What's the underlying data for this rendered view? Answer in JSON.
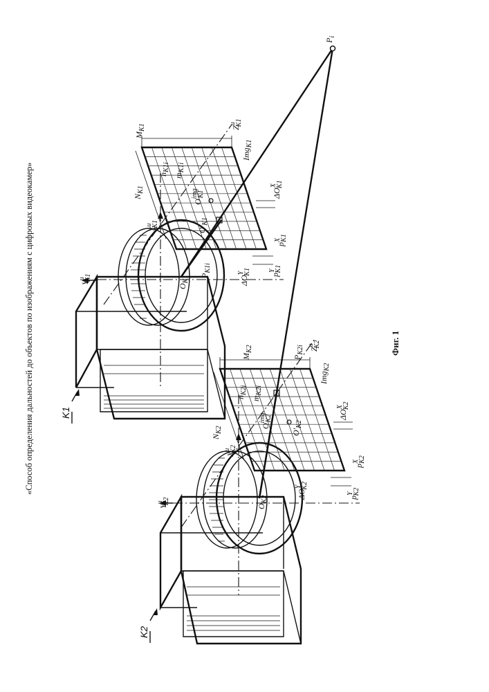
{
  "caption": "«Способ определения дальностей до объектов по изображениям с цифровых видеокамер»",
  "figure_label": "Фиг. 1",
  "cameras": {
    "k1": {
      "name": "K1",
      "labels": {
        "image_plane": "Img",
        "image_plane_sub": "K1",
        "width": "M",
        "width_sub": "K1",
        "height": "N",
        "height_sub": "K1",
        "axis_x": "X",
        "axis_x_sub": "K1",
        "axis_x_sup": "и",
        "axis_y": "Y",
        "axis_y_sub": "K1",
        "axis_y_sup": "и",
        "axis_z": "Z",
        "axis_z_sub": "K1",
        "axis_z_sup": "и",
        "center": "O",
        "center_sub": "K1",
        "image_center": "O",
        "image_center_sub": "K1",
        "image_center_sup": "img",
        "proj_center_prime": "O'",
        "proj_center_prime_sub": "K1",
        "n_i": "n",
        "n_i_sub": "K1i",
        "m_i": "m",
        "m_i_sub": "K1i",
        "p_i": "P",
        "p_i_sub": "K1i",
        "delta_x": "ΔO",
        "delta_x_sub": "K1",
        "delta_x_sup": "X",
        "delta_y": "ΔO",
        "delta_y_sub": "K1",
        "delta_y_sup": "Y",
        "pixel_x": "p",
        "pixel_x_sub": "K1",
        "pixel_x_sup": "X",
        "pixel_y": "p",
        "pixel_y_sub": "K1",
        "pixel_y_sup": "Y"
      }
    },
    "k2": {
      "name": "K2",
      "labels": {
        "image_plane": "Img",
        "image_plane_sub": "K2",
        "width": "M",
        "width_sub": "K2",
        "height": "N",
        "height_sub": "K2",
        "axis_x": "X",
        "axis_x_sub": "K2",
        "axis_x_sup": "и",
        "axis_y": "Y",
        "axis_y_sub": "K2",
        "axis_y_sup": "и",
        "axis_z": "Z",
        "axis_z_sub": "K2",
        "axis_z_sup": "и",
        "center": "O",
        "center_sub": "K2",
        "image_center": "O",
        "image_center_sub": "K2",
        "image_center_sup": "img",
        "proj_center_prime": "O'",
        "proj_center_prime_sub": "K2",
        "n_i": "n",
        "n_i_sub": "K2i",
        "m_i": "m",
        "m_i_sub": "K2i",
        "p_i": "P",
        "p_i_sub": "K2i",
        "delta_x": "ΔO",
        "delta_x_sub": "K2",
        "delta_x_sup": "X",
        "delta_y": "ΔO",
        "delta_y_sub": "K2",
        "delta_y_sup": "Y",
        "pixel_x": "p",
        "pixel_x_sub": "K2",
        "pixel_x_sup": "X",
        "pixel_y": "p",
        "pixel_y_sub": "K2",
        "pixel_y_sup": "Y"
      }
    }
  },
  "target_point": {
    "label": "P",
    "sub": "i"
  }
}
